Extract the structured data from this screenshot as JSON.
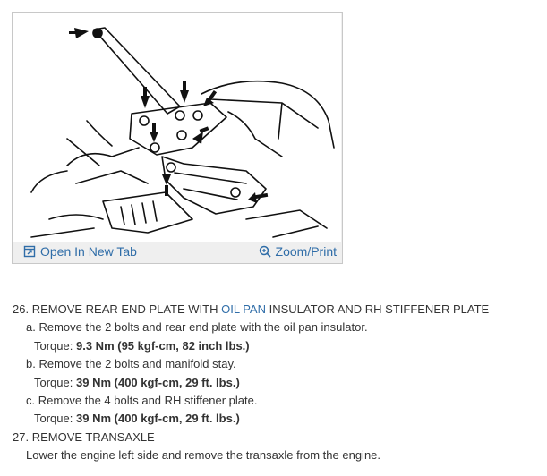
{
  "figure": {
    "open_link": "Open In New Tab",
    "zoom_link": "Zoom/Print",
    "open_icon": "open-new-tab-icon",
    "zoom_icon": "magnifier-plus-icon",
    "accent_color": "#2f6da8"
  },
  "steps": {
    "s26": {
      "number": "26.",
      "text_before": "REMOVE REAR END PLATE WITH",
      "link": "OIL PAN",
      "text_after": "INSULATOR AND RH STIFFENER PLATE",
      "a": {
        "text": "a. Remove the 2 bolts and rear end plate with the oil pan insulator.",
        "torque_label": "Torque:",
        "torque_value": "9.3 Nm (95 kgf-cm, 82 inch lbs.)"
      },
      "b": {
        "text": "b. Remove the 2 bolts and manifold stay.",
        "torque_label": "Torque:",
        "torque_value": "39 Nm (400 kgf-cm, 29 ft. lbs.)"
      },
      "c": {
        "text": "c. Remove the 4 bolts and RH stiffener plate.",
        "torque_label": "Torque:",
        "torque_value": "39 Nm (400 kgf-cm, 29 ft. lbs.)"
      }
    },
    "s27": {
      "number": "27.",
      "title": "REMOVE TRANSAXLE",
      "body": "Lower the engine left side and remove the transaxle from the engine."
    }
  }
}
